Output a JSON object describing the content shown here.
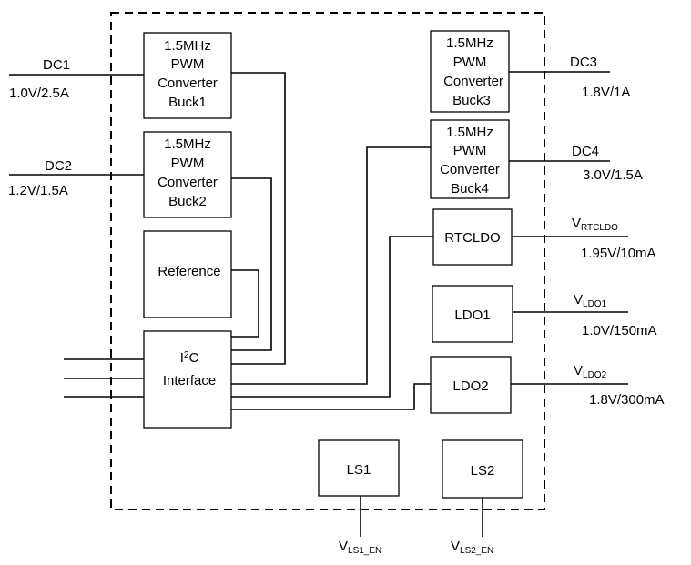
{
  "blocks": {
    "buck1": {
      "lines": [
        "1.5MHz",
        "PWM",
        "Converter",
        "Buck1"
      ]
    },
    "buck2": {
      "lines": [
        "1.5MHz",
        "PWM",
        "Converter",
        "Buck2"
      ]
    },
    "buck3": {
      "lines": [
        "1.5MHz",
        "PWM",
        "Converter",
        "Buck3"
      ]
    },
    "buck4": {
      "lines": [
        "1.5MHz",
        "PWM",
        "Converter",
        "Buck4"
      ]
    },
    "reference": {
      "label": "Reference"
    },
    "i2c": {
      "line1_main": "I",
      "line1_sup": "2",
      "line1_rest": "C",
      "line2": "Interface"
    },
    "rtcldo": {
      "label": "RTCLDO"
    },
    "ldo1": {
      "label": "LDO1"
    },
    "ldo2": {
      "label": "LDO2"
    },
    "ls1": {
      "label": "LS1"
    },
    "ls2": {
      "label": "LS2"
    }
  },
  "outputs": {
    "dc1": {
      "name": "DC1",
      "spec": "1.0V/2.5A"
    },
    "dc2": {
      "name": "DC2",
      "spec": "1.2V/1.5A"
    },
    "dc3": {
      "name": "DC3",
      "spec": "1.8V/1A"
    },
    "dc4": {
      "name": "DC4",
      "spec": "3.0V/1.5A"
    },
    "v_rtcldo": {
      "base": "V",
      "sub": "RTCLDO",
      "spec": "1.95V/10mA"
    },
    "v_ldo1": {
      "base": "V",
      "sub": "LDO1",
      "spec": "1.0V/150mA"
    },
    "v_ldo2": {
      "base": "V",
      "sub": "LDO2",
      "spec": "1.8V/300mA"
    },
    "v_ls1_en": {
      "base": "V",
      "sub": "LS1_EN"
    },
    "v_ls2_en": {
      "base": "V",
      "sub": "LS2_EN"
    }
  }
}
